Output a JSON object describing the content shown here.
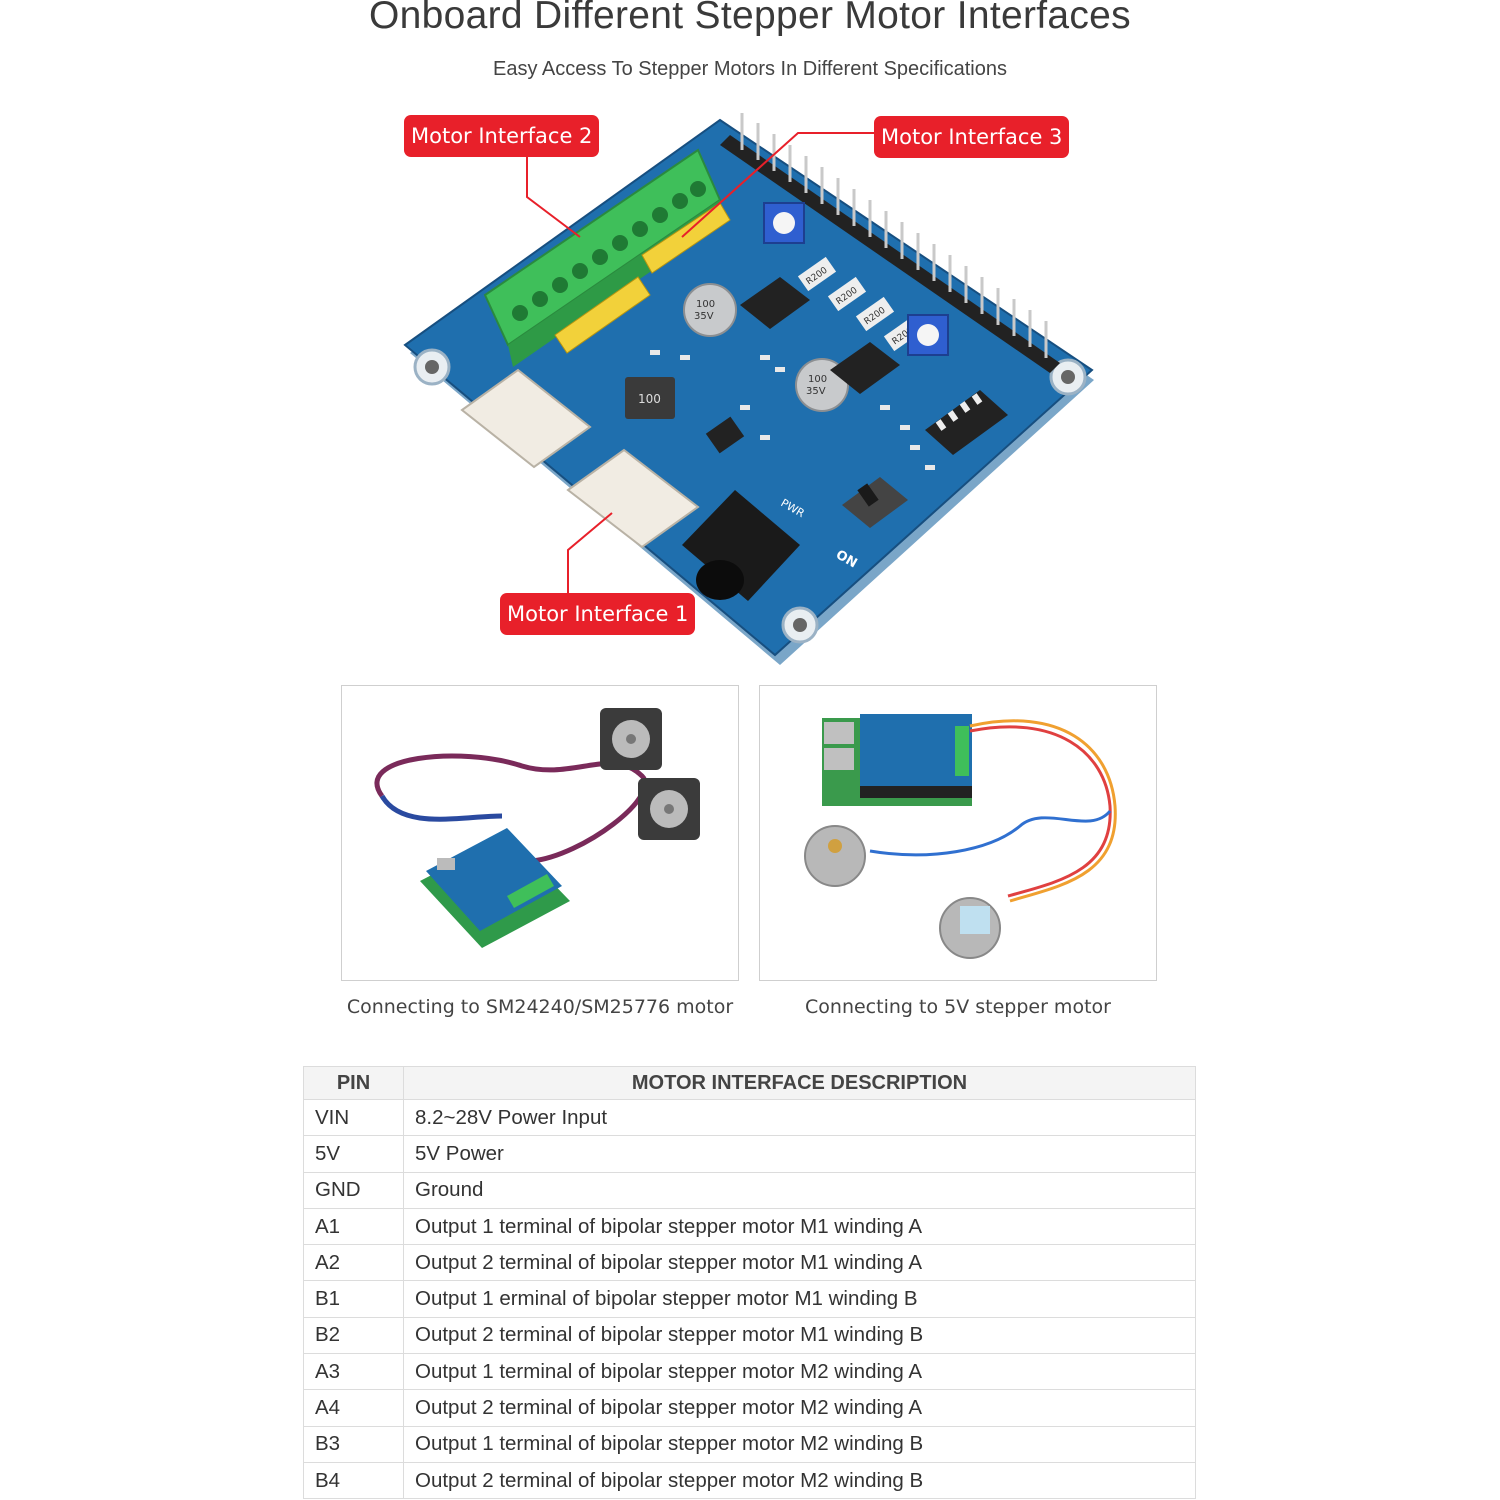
{
  "header": {
    "title": "Onboard Different Stepper Motor Interfaces",
    "subtitle": "Easy Access To Stepper Motors In Different Specifications"
  },
  "board": {
    "callouts": [
      "Motor Interface 2",
      "Motor Interface 3",
      "Motor Interface 1"
    ],
    "labels": {
      "cap": "100",
      "cap_voltage": "35V",
      "inductor": "100",
      "resistor": "R200",
      "on": "ON",
      "pwr": "PWR"
    },
    "colors": {
      "pcb": "#1f6fae",
      "terminal": "#3fbf5a",
      "callout": "#e8202a"
    }
  },
  "photos": [
    {
      "caption": "Connecting to SM24240/SM25776 motor"
    },
    {
      "caption": "Connecting to 5V stepper motor"
    }
  ],
  "table": {
    "headers": [
      "PIN",
      "MOTOR INTERFACE DESCRIPTION"
    ],
    "rows": [
      [
        "VIN",
        "8.2~28V Power Input"
      ],
      [
        "5V",
        "5V Power"
      ],
      [
        "GND",
        "Ground"
      ],
      [
        "A1",
        "Output 1 terminal of bipolar stepper motor M1 winding A"
      ],
      [
        "A2",
        "Output 2 terminal of bipolar stepper motor M1 winding A"
      ],
      [
        "B1",
        "Output 1 erminal of bipolar stepper motor M1 winding B"
      ],
      [
        "B2",
        "Output 2 terminal of bipolar stepper motor M1 winding B"
      ],
      [
        "A3",
        "Output 1 terminal of bipolar stepper motor M2 winding A"
      ],
      [
        "A4",
        "Output 2 terminal of bipolar stepper motor M2 winding A"
      ],
      [
        "B3",
        "Output 1 terminal of bipolar stepper motor M2 winding B"
      ],
      [
        "B4",
        "Output 2 terminal of bipolar stepper motor M2 winding B"
      ]
    ]
  }
}
